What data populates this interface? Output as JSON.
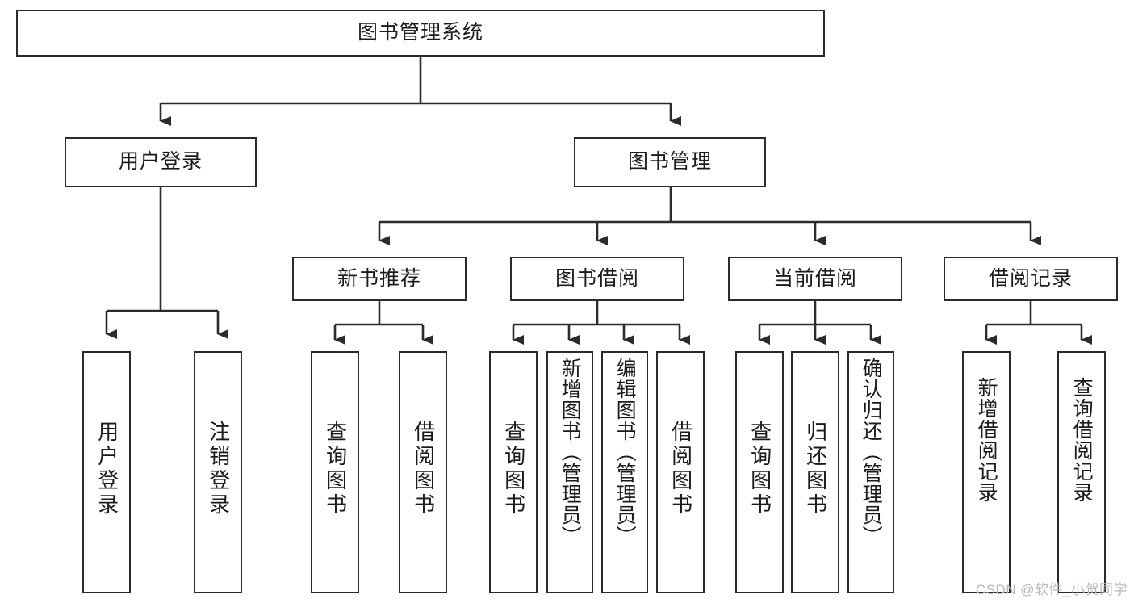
{
  "diagram": {
    "title": "图书管理系统",
    "type": "tree",
    "orientation": "top-down",
    "colors": {
      "box_border": "#2b2b2b",
      "box_fill": "#ffffff",
      "connector": "#2b2b2b",
      "text": "#1b1b1b",
      "watermark": "#b9b9b9",
      "background": "#ffffff"
    },
    "root": {
      "id": "root",
      "label": "图书管理系统",
      "level": 0
    },
    "level2": [
      {
        "id": "user-login",
        "label": "用户登录",
        "level": 1
      },
      {
        "id": "book-management",
        "label": "图书管理",
        "level": 1
      }
    ],
    "level3": [
      {
        "id": "new-book-recommend",
        "label": "新书推荐",
        "level": 2,
        "parent": "book-management"
      },
      {
        "id": "book-borrow",
        "label": "图书借阅",
        "level": 2,
        "parent": "book-management"
      },
      {
        "id": "current-borrow",
        "label": "当前借阅",
        "level": 2,
        "parent": "book-management"
      },
      {
        "id": "borrow-record",
        "label": "借阅记录",
        "level": 2,
        "parent": "book-management"
      }
    ],
    "leaves": [
      {
        "id": "leaf-user-login",
        "label": "用户登录",
        "parent": "user-login"
      },
      {
        "id": "leaf-user-logout",
        "label": "注销登录",
        "parent": "user-login"
      },
      {
        "id": "leaf-query-book-1",
        "label": "查询图书",
        "parent": "new-book-recommend"
      },
      {
        "id": "leaf-borrow-book-1",
        "label": "借阅图书",
        "parent": "new-book-recommend"
      },
      {
        "id": "leaf-query-book-2",
        "label": "查询图书",
        "parent": "book-borrow"
      },
      {
        "id": "leaf-add-book",
        "label": "新增图书（管理员）",
        "parent": "book-borrow"
      },
      {
        "id": "leaf-edit-book",
        "label": "编辑图书（管理员）",
        "parent": "book-borrow"
      },
      {
        "id": "leaf-borrow-book-2",
        "label": "借阅图书",
        "parent": "book-borrow"
      },
      {
        "id": "leaf-query-book-3",
        "label": "查询图书",
        "parent": "current-borrow"
      },
      {
        "id": "leaf-return-book",
        "label": "归还图书",
        "parent": "current-borrow"
      },
      {
        "id": "leaf-confirm-return",
        "label": "确认归还（管理员）",
        "parent": "current-borrow"
      },
      {
        "id": "leaf-add-record",
        "label": "新增借阅记录",
        "parent": "borrow-record"
      },
      {
        "id": "leaf-query-record",
        "label": "查询借阅记录",
        "parent": "borrow-record"
      }
    ]
  },
  "watermark": {
    "text": "CSDN @软件_小贺同学"
  }
}
